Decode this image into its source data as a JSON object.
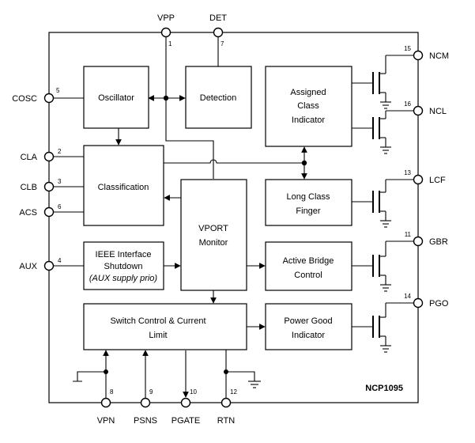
{
  "chip_name": "NCP1095",
  "pins": {
    "vpp": {
      "name": "VPP",
      "num": "1"
    },
    "det": {
      "name": "DET",
      "num": "7"
    },
    "cosc": {
      "name": "COSC",
      "num": "5"
    },
    "cla": {
      "name": "CLA",
      "num": "2"
    },
    "clb": {
      "name": "CLB",
      "num": "3"
    },
    "acs": {
      "name": "ACS",
      "num": "6"
    },
    "aux": {
      "name": "AUX",
      "num": "4"
    },
    "vpn": {
      "name": "VPN",
      "num": "8"
    },
    "psns": {
      "name": "PSNS",
      "num": "9"
    },
    "pgate": {
      "name": "PGATE",
      "num": "10"
    },
    "rtn": {
      "name": "RTN",
      "num": "12"
    },
    "ncm": {
      "name": "NCM",
      "num": "15"
    },
    "ncl": {
      "name": "NCL",
      "num": "16"
    },
    "lcf": {
      "name": "LCF",
      "num": "13"
    },
    "gbr": {
      "name": "GBR",
      "num": "11"
    },
    "pgo": {
      "name": "PGO",
      "num": "14"
    }
  },
  "blocks": {
    "oscillator": {
      "lines": [
        "Oscillator"
      ]
    },
    "detection": {
      "lines": [
        "Detection"
      ]
    },
    "classification": {
      "lines": [
        "Classification"
      ]
    },
    "assigned_class": {
      "lines": [
        "Assigned",
        "Class",
        "Indicator"
      ]
    },
    "long_class": {
      "lines": [
        "Long Class",
        "Finger"
      ]
    },
    "vport": {
      "lines": [
        "VPORT",
        "Monitor"
      ]
    },
    "ieee": {
      "lines": [
        "IEEE Interface",
        "Shutdown"
      ],
      "italic_line": "(AUX supply prio)"
    },
    "active_bridge": {
      "lines": [
        "Active Bridge",
        "Control"
      ]
    },
    "switch_control": {
      "lines": [
        "Switch Control & Current",
        "Limit"
      ]
    },
    "power_good": {
      "lines": [
        "Power Good",
        "Indicator"
      ]
    }
  }
}
